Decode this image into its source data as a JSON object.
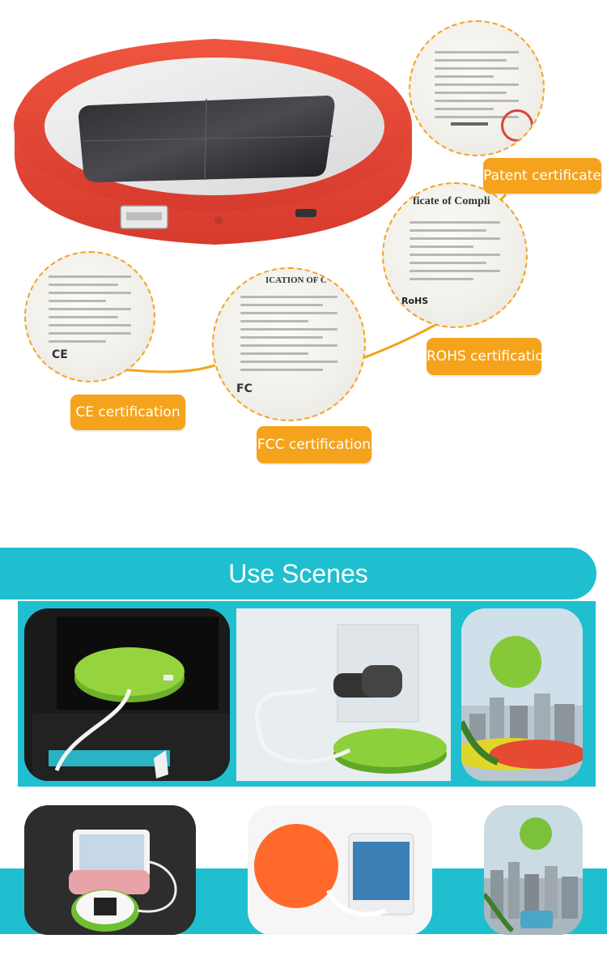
{
  "certificates": {
    "patent": "Patent certificate",
    "rohs": "ROHS certification",
    "ce": "CE certification",
    "fcc": "FCC certification"
  },
  "certificate_texts": {
    "rohs_heading": "ficate of Compli",
    "fcc_heading": "ICATION OF C",
    "rohs_mark": "RoHS",
    "ce_mark": "CE",
    "fcc_mark": "FC"
  },
  "banner": {
    "title": "Use Scenes"
  },
  "colors": {
    "accent_orange": "#f5a31c",
    "teal": "#1fbfcf",
    "charger_red": "#e8453a",
    "charger_green": "#8fd13a"
  }
}
